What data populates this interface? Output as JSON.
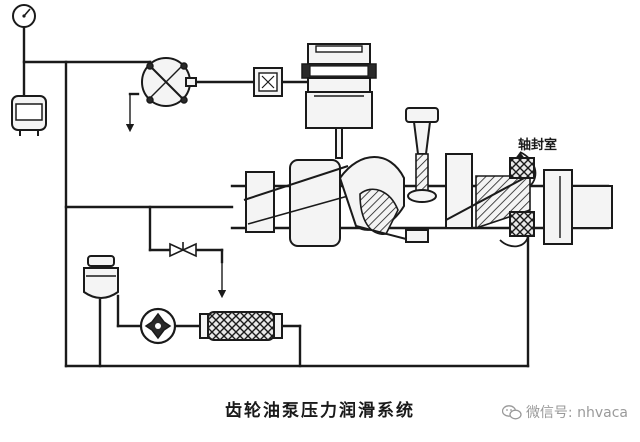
{
  "diagram": {
    "caption": "齿轮油泵压力润滑系统",
    "labels": {
      "shaft_seal_chamber": "轴封室"
    }
  },
  "watermark": {
    "text": "微信号: nhvaca"
  }
}
